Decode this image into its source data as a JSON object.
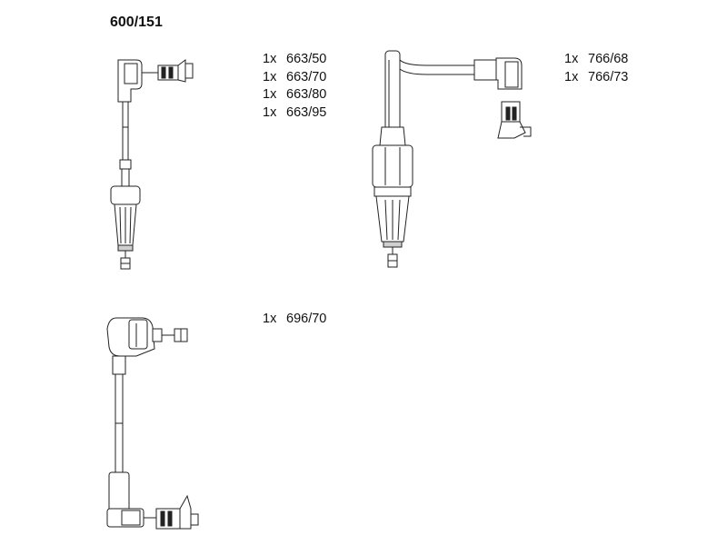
{
  "title": "600/151",
  "groups": [
    {
      "items": [
        {
          "qty": "1x",
          "part": "663/50"
        },
        {
          "qty": "1x",
          "part": "663/70"
        },
        {
          "qty": "1x",
          "part": "663/80"
        },
        {
          "qty": "1x",
          "part": "663/95"
        }
      ]
    },
    {
      "items": [
        {
          "qty": "1x",
          "part": "766/68"
        },
        {
          "qty": "1x",
          "part": "766/73"
        }
      ]
    },
    {
      "items": [
        {
          "qty": "1x",
          "part": "696/70"
        }
      ]
    }
  ]
}
